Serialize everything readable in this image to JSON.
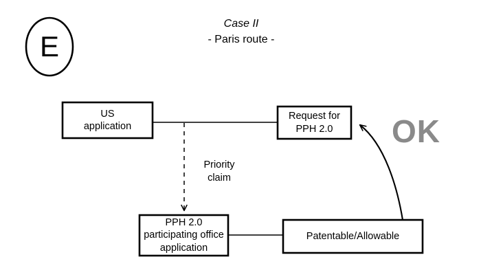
{
  "figure": {
    "badge": {
      "letter": "E",
      "shape": "ellipse"
    },
    "title": {
      "main": "Case II",
      "sub": "- Paris route -"
    },
    "stamp": {
      "text": "OK",
      "color": "#8a8a8a"
    },
    "colors": {
      "stroke": "#000000",
      "background": "#ffffff",
      "stamp": "#8a8a8a"
    },
    "nodes": [
      {
        "id": "us-application",
        "lines": [
          "US",
          "application"
        ]
      },
      {
        "id": "request-for-pph",
        "lines": [
          "Request for",
          "PPH 2.0"
        ]
      },
      {
        "id": "pph-participating-office-application",
        "lines": [
          "PPH 2.0",
          "participating office",
          "application"
        ]
      },
      {
        "id": "patentable-allowable",
        "lines": [
          "Patentable/Allowable"
        ]
      }
    ],
    "edges": [
      {
        "id": "us-to-request",
        "from": "us-application",
        "to": "request-for-pph",
        "style": "solid",
        "arrow": false,
        "label": ""
      },
      {
        "id": "priority-claim",
        "from": "us-application",
        "to": "pph-participating-office-application",
        "style": "dashed",
        "arrow": true,
        "label_lines": [
          "Priority",
          "claim"
        ]
      },
      {
        "id": "pph-to-patentable",
        "from": "pph-participating-office-application",
        "to": "patentable-allowable",
        "style": "solid",
        "arrow": false,
        "label": ""
      },
      {
        "id": "patentable-to-request",
        "from": "patentable-allowable",
        "to": "request-for-pph",
        "style": "curved-solid",
        "arrow": true,
        "label": "OK"
      }
    ]
  }
}
